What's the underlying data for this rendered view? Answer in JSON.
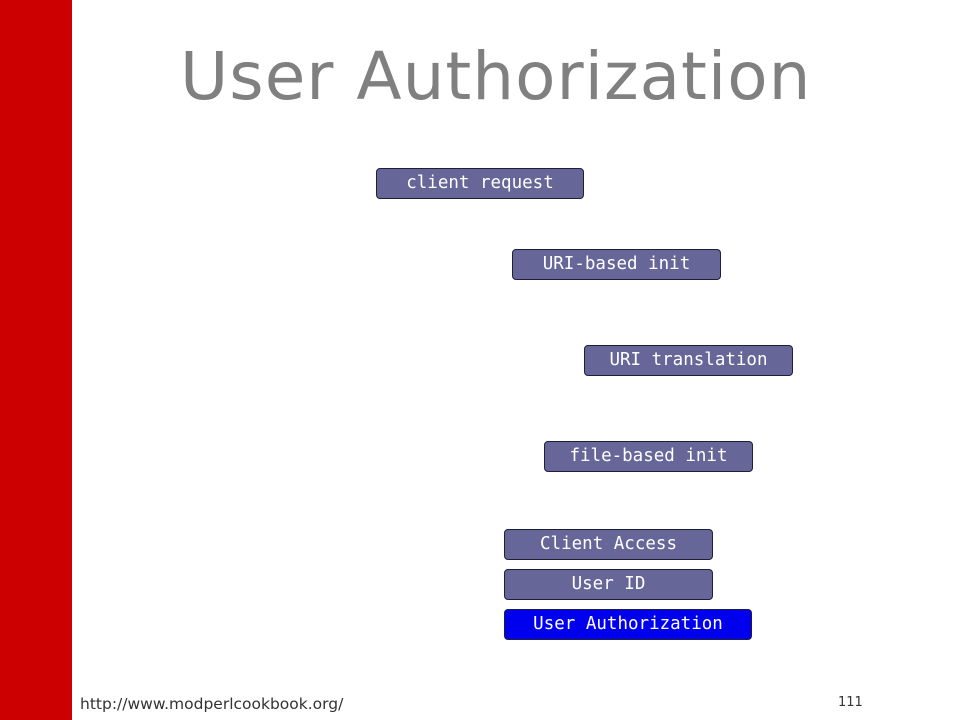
{
  "slide": {
    "title": "User Authorization",
    "footer_url": "http://www.modperlcookbook.org/",
    "page_number": "111"
  },
  "colors": {
    "side_bar": "#cc0000",
    "title_text": "#808080",
    "phase_box": "#666699",
    "phase_box_active": "#0000ee",
    "phase_text": "#ffffff"
  },
  "phases": [
    {
      "label": "client request",
      "active": false
    },
    {
      "label": "URI-based init",
      "active": false
    },
    {
      "label": "URI translation",
      "active": false
    },
    {
      "label": "file-based init",
      "active": false
    },
    {
      "label": "Client Access",
      "active": false
    },
    {
      "label": "User ID",
      "active": false
    },
    {
      "label": "User Authorization",
      "active": true
    }
  ]
}
